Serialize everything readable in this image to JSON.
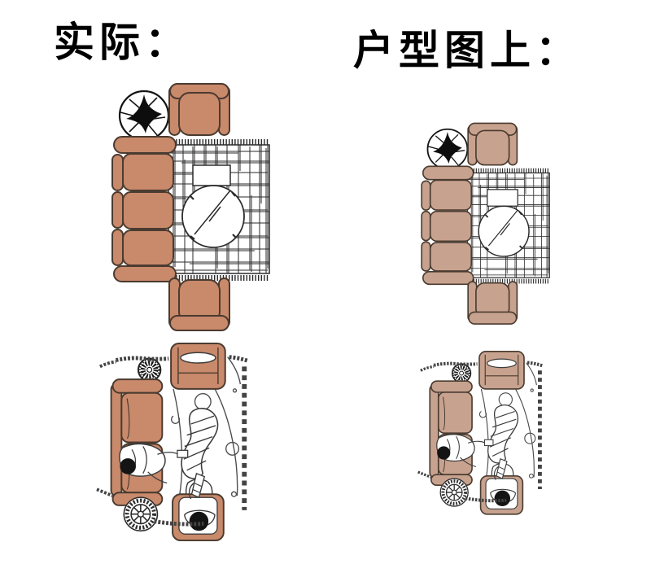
{
  "figure": {
    "type": "furniture-size-comparison",
    "background_color": "#ffffff",
    "left_panel": {
      "title": "实际：",
      "furniture_color": "#c9896b"
    },
    "right_panel": {
      "title": "户型图上：",
      "furniture_color": "#c7a28e"
    },
    "line_color": "#4c4c4c",
    "outline_color": "#4a3b30",
    "rug_line_color": "#2a2a2a",
    "illustration_items": {
      "sofa_set_plan": [
        "potted-plant",
        "armchair",
        "three-seat-sofa",
        "patterned-area-rug",
        "tray",
        "round-glass-coffee-table",
        "armchair"
      ],
      "living_scene": [
        "armchair-with-cushion",
        "potted-plant",
        "three-seat-sofa",
        "person-on-sofa",
        "striped-guitar",
        "fan-wheel",
        "person-on-armchair",
        "rug-border-hatching"
      ]
    }
  }
}
